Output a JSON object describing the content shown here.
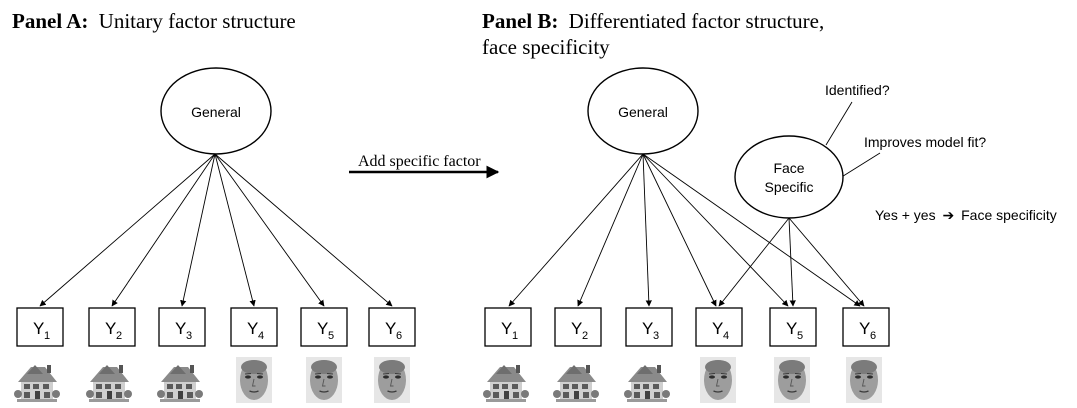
{
  "panel_a": {
    "title_bold": "Panel A:",
    "title_rest": "Unitary factor structure",
    "general_label": "General",
    "items": [
      {
        "letter": "Y",
        "sub": "1",
        "stimulus": "house"
      },
      {
        "letter": "Y",
        "sub": "2",
        "stimulus": "house"
      },
      {
        "letter": "Y",
        "sub": "3",
        "stimulus": "house"
      },
      {
        "letter": "Y",
        "sub": "4",
        "stimulus": "face"
      },
      {
        "letter": "Y",
        "sub": "5",
        "stimulus": "face"
      },
      {
        "letter": "Y",
        "sub": "6",
        "stimulus": "face"
      }
    ]
  },
  "arrow_label": "Add specific factor",
  "panel_b": {
    "title_bold": "Panel B:",
    "title_line1": "Differentiated factor structure,",
    "title_line2": "face specificity",
    "general_label": "General",
    "specific_line1": "Face",
    "specific_line2": "Specific",
    "note_identified": "Identified?",
    "note_fit": "Improves model fit?",
    "conclusion_left": "Yes + yes",
    "conclusion_arrow": "➔",
    "conclusion_right": "Face specificity",
    "items": [
      {
        "letter": "Y",
        "sub": "1",
        "stimulus": "house"
      },
      {
        "letter": "Y",
        "sub": "2",
        "stimulus": "house"
      },
      {
        "letter": "Y",
        "sub": "3",
        "stimulus": "house"
      },
      {
        "letter": "Y",
        "sub": "4",
        "stimulus": "face"
      },
      {
        "letter": "Y",
        "sub": "5",
        "stimulus": "face"
      },
      {
        "letter": "Y",
        "sub": "6",
        "stimulus": "face"
      }
    ]
  }
}
